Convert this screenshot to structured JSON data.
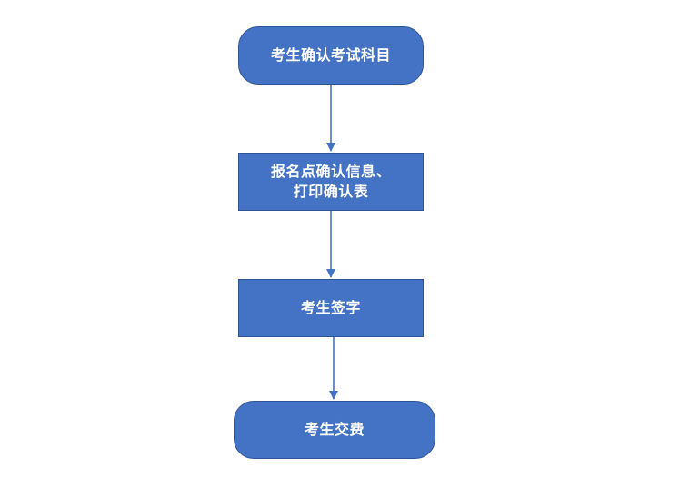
{
  "flowchart": {
    "colors": {
      "node_fill": "#4472c4",
      "node_border": "#2f5597",
      "node_text": "#ffffff",
      "arrow": "#4472c4",
      "background": "#ffffff"
    },
    "nodes": [
      {
        "id": "n1",
        "shape": "rounded",
        "label": "考生确认考试科目"
      },
      {
        "id": "n2",
        "shape": "rect",
        "label": "报名点确认信息、\n打印确认表"
      },
      {
        "id": "n3",
        "shape": "rect",
        "label": "考生签字"
      },
      {
        "id": "n4",
        "shape": "rounded",
        "label": "考生交费"
      }
    ],
    "edges": [
      {
        "from": "n1",
        "to": "n2"
      },
      {
        "from": "n2",
        "to": "n3"
      },
      {
        "from": "n3",
        "to": "n4"
      }
    ]
  }
}
